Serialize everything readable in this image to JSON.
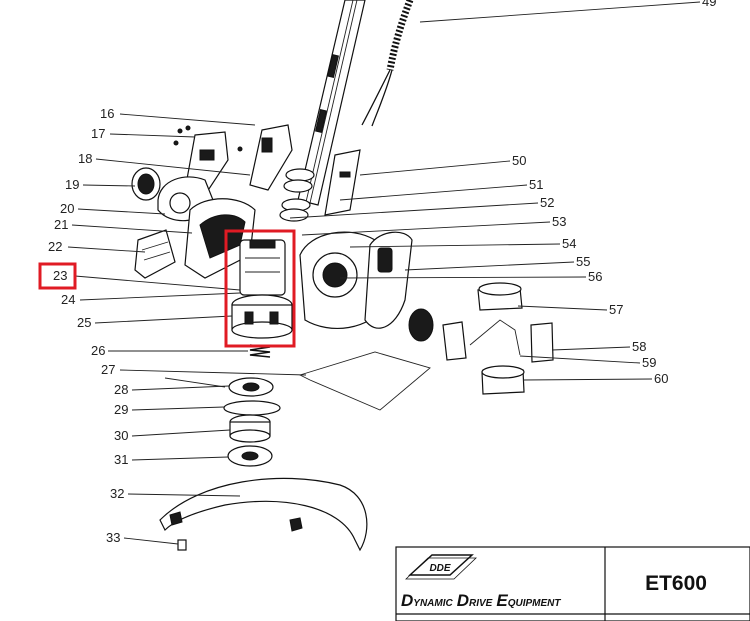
{
  "diagram": {
    "callouts": [
      {
        "id": "16",
        "text": "16"
      },
      {
        "id": "17",
        "text": "17"
      },
      {
        "id": "18",
        "text": "18"
      },
      {
        "id": "19",
        "text": "19"
      },
      {
        "id": "20",
        "text": "20"
      },
      {
        "id": "21",
        "text": "21"
      },
      {
        "id": "22",
        "text": "22"
      },
      {
        "id": "23",
        "text": "23"
      },
      {
        "id": "24",
        "text": "24"
      },
      {
        "id": "25",
        "text": "25"
      },
      {
        "id": "26",
        "text": "26"
      },
      {
        "id": "27",
        "text": "27"
      },
      {
        "id": "28",
        "text": "28"
      },
      {
        "id": "29",
        "text": "29"
      },
      {
        "id": "30",
        "text": "30"
      },
      {
        "id": "31",
        "text": "31"
      },
      {
        "id": "32",
        "text": "32"
      },
      {
        "id": "33",
        "text": "33"
      },
      {
        "id": "49",
        "text": "49"
      },
      {
        "id": "50",
        "text": "50"
      },
      {
        "id": "51",
        "text": "51"
      },
      {
        "id": "52",
        "text": "52"
      },
      {
        "id": "53",
        "text": "53"
      },
      {
        "id": "54",
        "text": "54"
      },
      {
        "id": "55",
        "text": "55"
      },
      {
        "id": "56",
        "text": "56"
      },
      {
        "id": "57",
        "text": "57"
      },
      {
        "id": "58",
        "text": "58"
      },
      {
        "id": "59",
        "text": "59"
      },
      {
        "id": "60",
        "text": "60"
      }
    ],
    "highlighted_callout": "23",
    "highlight_color": "#e01b24"
  },
  "title_block": {
    "logo_text": "DDE",
    "company_letters": [
      "D",
      "YNAMIC",
      "D",
      "RIVE",
      "E",
      "QUIPMENT"
    ],
    "model": "ET600"
  }
}
